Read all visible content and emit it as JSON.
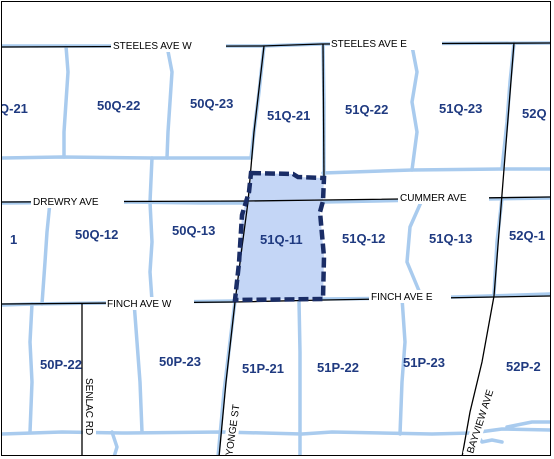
{
  "map": {
    "colors": {
      "grid_line": "#a9cbee",
      "road_line": "#000000",
      "selected_fill": "#c4d6f6",
      "selected_outline": "#1a2d66",
      "tile_label": "#1f3a80",
      "background": "#ffffff"
    },
    "streets": {
      "steeles_w": "STEELES AVE W",
      "steeles_e": "STEELES AVE E",
      "drewry": "DREWRY AVE",
      "cummer": "CUMMER AVE",
      "finch_w": "FINCH AVE W",
      "finch_e": "FINCH AVE E",
      "yonge": "YONGE ST",
      "senlac": "SENLAC RD",
      "bayview": "BAYVIEW AVE"
    },
    "tiles": {
      "t_q21_partial": "Q-21",
      "t_50q22": "50Q-22",
      "t_50q23": "50Q-23",
      "t_51q21": "51Q-21",
      "t_51q22": "51Q-22",
      "t_51q23": "51Q-23",
      "t_52q_partial_top": "52Q",
      "t_1_partial": "1",
      "t_50q12": "50Q-12",
      "t_50q13": "50Q-13",
      "t_51q11": "51Q-11",
      "t_51q12": "51Q-12",
      "t_51q13": "51Q-13",
      "t_52q1_partial": "52Q-1",
      "t_50p22": "50P-22",
      "t_50p23": "50P-23",
      "t_51p21": "51P-21",
      "t_51p22": "51P-22",
      "t_51p23": "51P-23",
      "t_52p2_partial": "52P-2"
    },
    "selected_tile": "51Q-11"
  }
}
